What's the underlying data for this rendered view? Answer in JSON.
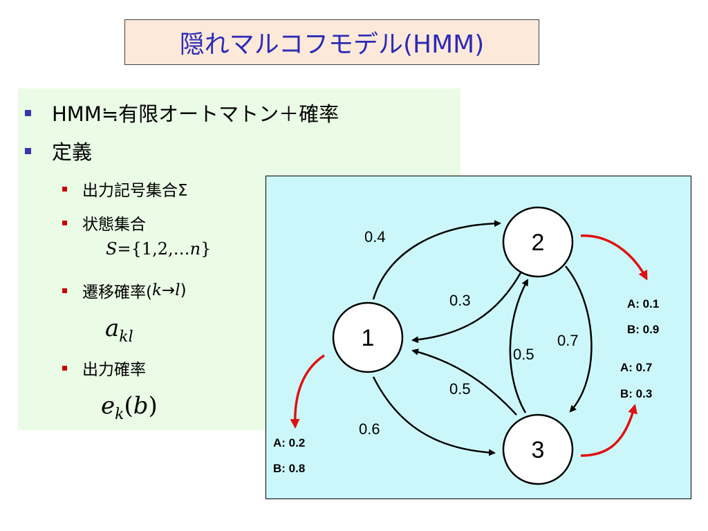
{
  "title": "隠れマルコフモデル(HMM)",
  "bullets": {
    "b1": "HMM≒有限オートマトン＋確率",
    "b2": "定義"
  },
  "sub": {
    "s1": "出力記号集合Σ",
    "s2": "状態集合",
    "s3": "遷移確率(",
    "s3_k": "k",
    "s3_arrow": "→",
    "s3_l": "l",
    "s3_close": ")",
    "s4": "出力確率"
  },
  "math": {
    "S": "S",
    "S_set_open": "={1,2,…",
    "S_n": "n",
    "S_set_close": "}",
    "a": "a",
    "a_sub": "kl",
    "e": "e",
    "e_sub": "k",
    "e_arg_open": "(",
    "e_arg": "b",
    "e_arg_close": ")"
  },
  "diagram": {
    "nodes": {
      "n1": "1",
      "n2": "2",
      "n3": "3"
    },
    "edges": {
      "e12": "0.4",
      "e21": "0.3",
      "e13": "0.6",
      "e31": "0.5",
      "e32": "0.5",
      "e23": "0.7"
    },
    "emissions": {
      "n1_A": "A: 0.2",
      "n1_B": "B: 0.8",
      "n2_A": "A: 0.1",
      "n2_B": "B: 0.9",
      "n3_A": "A: 0.7",
      "n3_B": "B: 0.3"
    }
  },
  "colors": {
    "title_text": "#2b2bb8",
    "title_bg": "#fde9d9",
    "panel_bg": "#eafbe6",
    "diagram_bg": "#ccf7fa",
    "emission_arrow": "#e01010",
    "bullet_l1": "#3636b0",
    "bullet_l2": "#cc0000"
  }
}
